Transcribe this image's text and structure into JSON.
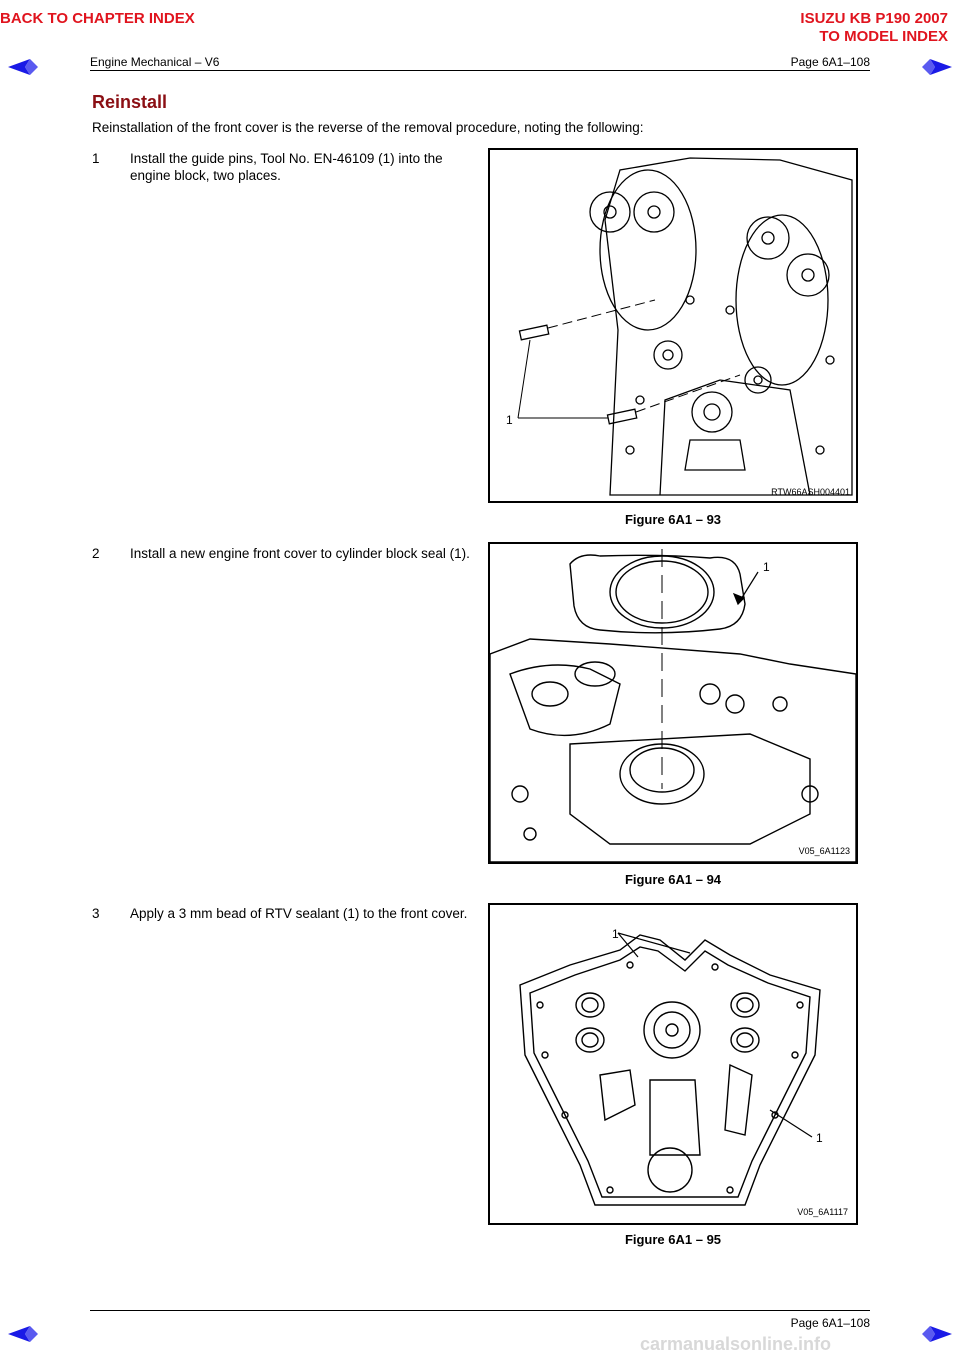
{
  "nav": {
    "back_to_chapter": "BACK TO CHAPTER INDEX",
    "model_title": "ISUZU KB P190 2007",
    "to_model_index": "TO MODEL INDEX",
    "accent_color": "#e0141e",
    "arrow_color": "#1a1ae6"
  },
  "header": {
    "left": "Engine Mechanical – V6",
    "right": "Page 6A1–108"
  },
  "section": {
    "title": "Reinstall",
    "title_color": "#8b0f14",
    "intro": "Reinstallation of the front cover is the reverse of the removal procedure, noting the following:"
  },
  "steps": [
    {
      "number": "1",
      "text": "Install the guide pins, Tool No. EN-46109 (1) into the engine block, two places.",
      "figure": {
        "caption": "Figure 6A1 – 93",
        "code": "RTW66ASH004401",
        "callouts": [
          "1"
        ]
      }
    },
    {
      "number": "2",
      "text": "Install a new engine front cover to cylinder block seal (1).",
      "figure": {
        "caption": "Figure 6A1 – 94",
        "code": "V05_6A1123",
        "callouts": [
          "1"
        ]
      }
    },
    {
      "number": "3",
      "text": "Apply a 3 mm bead of RTV sealant (1) to the front cover.",
      "figure": {
        "caption": "Figure 6A1 – 95",
        "code": "V05_6A1117",
        "callouts": [
          "1",
          "1"
        ]
      }
    }
  ],
  "footer": {
    "page": "Page 6A1–108",
    "watermark": "carmanualsonline.info"
  },
  "icons": {
    "prev": "arrow-left-icon",
    "next": "arrow-right-icon"
  }
}
